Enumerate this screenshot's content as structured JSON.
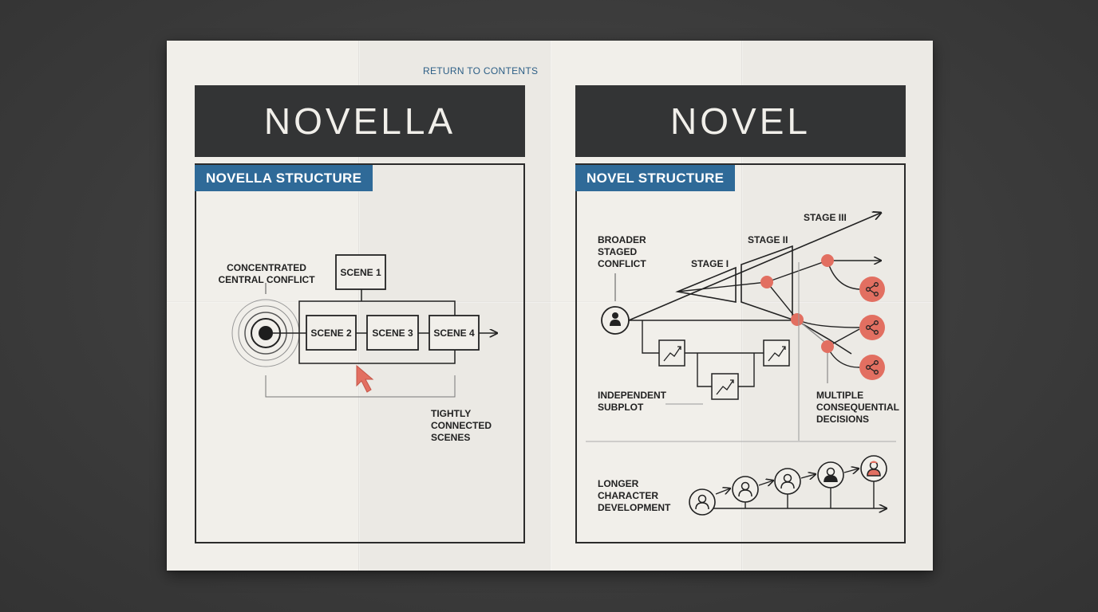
{
  "header": {
    "return_link": "RETURN TO CONTENTS"
  },
  "left": {
    "title": "NOVELLA",
    "tag": "NOVELLA STRUCTURE",
    "conflict_label": [
      "CONCENTRATED",
      "CENTRAL CONFLICT"
    ],
    "scenes": [
      "SCENE 1",
      "SCENE 2",
      "SCENE 3",
      "SCENE 4"
    ],
    "scenes_label": [
      "TIGHTLY",
      "CONNECTED",
      "SCENES"
    ]
  },
  "right": {
    "title": "NOVEL",
    "tag": "NOVEL STRUCTURE",
    "broader_label": [
      "BROADER",
      "STAGED",
      "CONFLICT"
    ],
    "stages": [
      "STAGE I",
      "STAGE II",
      "STAGE III"
    ],
    "subplot_label": [
      "INDEPENDENT",
      "SUBPLOT"
    ],
    "decisions_label": [
      "MULTIPLE",
      "CONSEQUENTIAL",
      "DECISIONS"
    ],
    "character_label": [
      "LONGER",
      "CHARACTER",
      "DEVELOPMENT"
    ]
  },
  "colors": {
    "accent_red": "#e26f61",
    "tag_blue": "#2f6a98",
    "link_blue": "#2d5f86",
    "title_bar": "#333435",
    "paper": "#f1efea"
  },
  "icons": [
    "target-icon",
    "pointer-arrow-icon",
    "person-icon",
    "chart-trend-icon",
    "share-icon"
  ]
}
